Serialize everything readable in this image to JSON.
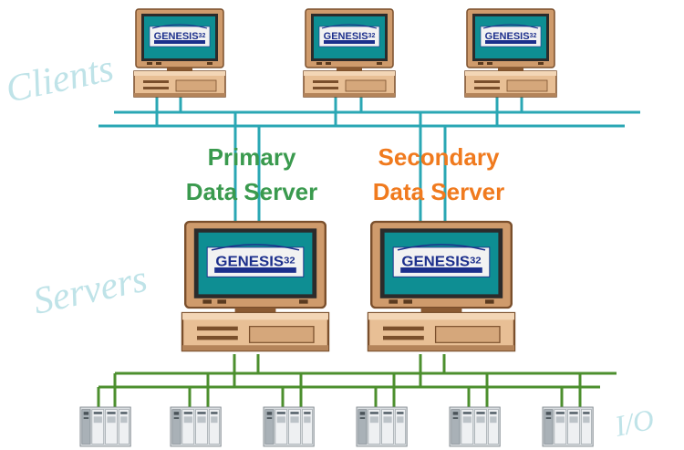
{
  "labels": {
    "clients": "Clients",
    "servers": "Servers",
    "io": "I/O"
  },
  "primary_server": {
    "line1": "Primary",
    "line2": "Data Server",
    "color": "#3a9a4e"
  },
  "secondary_server": {
    "line1": "Secondary",
    "line2": "Data Server",
    "color": "#f07a1e"
  },
  "monitor_screen": {
    "brand": "GENESIS",
    "version": "32"
  },
  "colors": {
    "client_bus": "#2aa7b4",
    "io_bus": "#4c8f2e",
    "side_label": "#bfe3e8",
    "monitor_case": "#cf9b6c",
    "screen": "#0e8e93",
    "label_panel": "#f2f2f2"
  },
  "icons": {
    "client": "computer-icon",
    "server": "computer-icon",
    "io_device": "plc-rack-icon"
  }
}
